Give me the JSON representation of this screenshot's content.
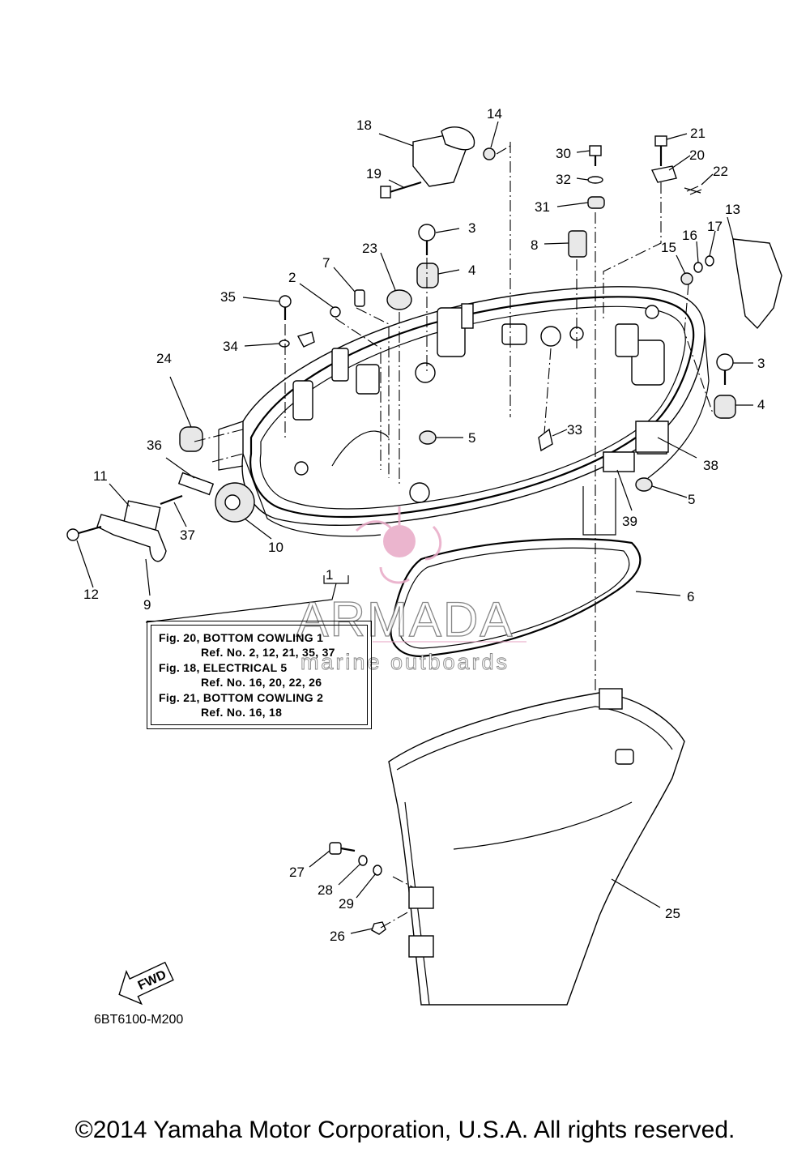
{
  "callouts": [
    "1",
    "2",
    "3",
    "3",
    "4",
    "4",
    "5",
    "5",
    "6",
    "7",
    "8",
    "9",
    "10",
    "11",
    "12",
    "13",
    "14",
    "15",
    "16",
    "17",
    "18",
    "19",
    "20",
    "21",
    "22",
    "23",
    "24",
    "25",
    "26",
    "27",
    "28",
    "29",
    "30",
    "31",
    "32",
    "33",
    "34",
    "35",
    "36",
    "37",
    "38",
    "39"
  ],
  "reference_box": {
    "lines": [
      "Fig. 20, BOTTOM COWLING 1",
      "Ref. No. 2, 12, 21, 35, 37",
      "Fig. 18, ELECTRICAL 5",
      "Ref. No. 16, 20, 22, 26",
      "Fig. 21, BOTTOM COWLING 2",
      "Ref. No. 16, 18"
    ]
  },
  "fwd_label": "FWD",
  "diagram_code": "6BT6100-M200",
  "copyright": "©2014 Yamaha Motor Corporation, U.S.A. All rights reserved.",
  "watermark": {
    "brand": "ARMADA",
    "tagline": "marine outboards",
    "color": "#e8a9c6"
  }
}
